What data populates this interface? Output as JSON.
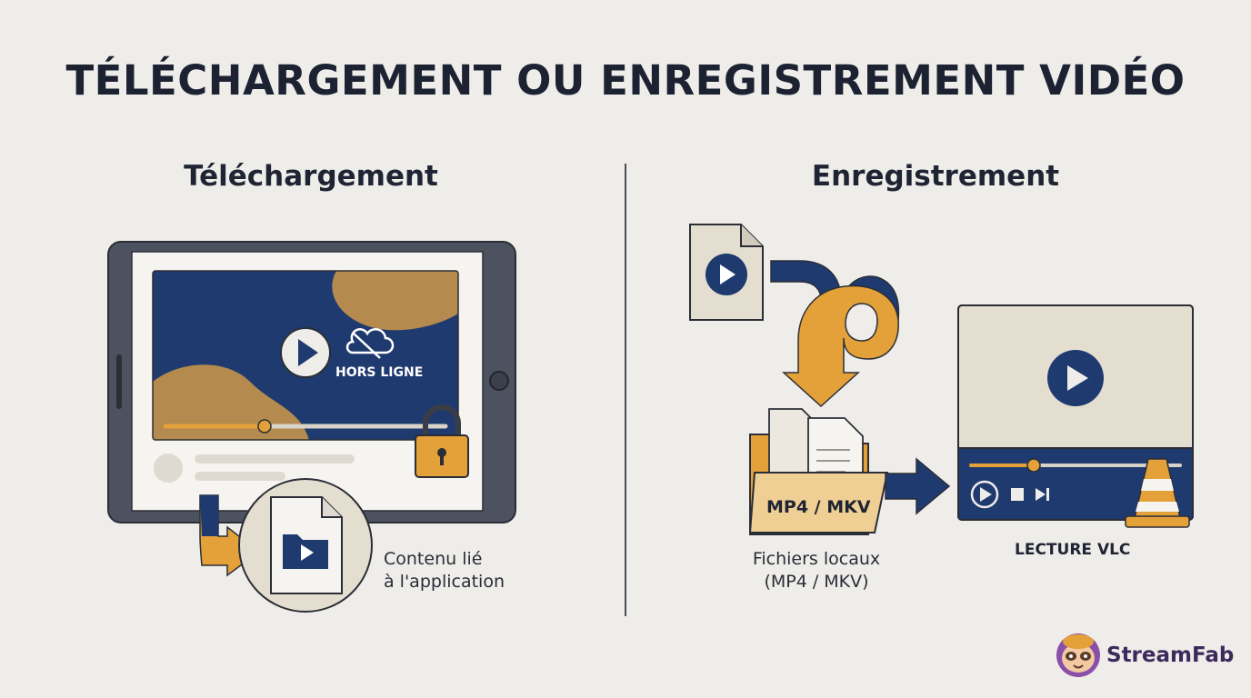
{
  "title": "TÉLÉCHARGEMENT OU ENREGISTREMENT VIDÉO",
  "left": {
    "heading": "Téléchargement",
    "overlay_label": "HORS LIGNE",
    "caption_line1": "Contenu lié",
    "caption_line2": "à l'application"
  },
  "right": {
    "heading": "Enregistrement",
    "folder_label": "MP4 / MKV",
    "caption_line1": "Fichiers locaux",
    "caption_line2": "(MP4 / MKV)",
    "player_label": "LECTURE VLC"
  },
  "brand": {
    "name": "StreamFab"
  },
  "colors": {
    "navy": "#1e3a6e",
    "gold": "#e4a13a",
    "tan": "#b48a4e",
    "background": "#efedea"
  }
}
